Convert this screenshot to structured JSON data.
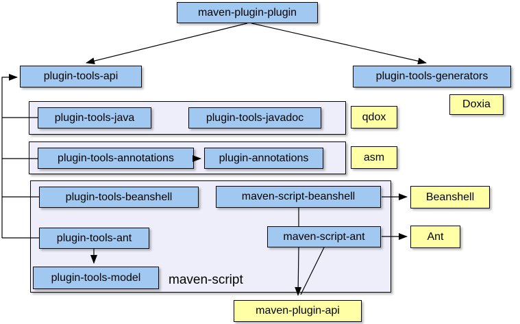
{
  "nodes": {
    "maven_plugin_plugin": "maven-plugin-plugin",
    "plugin_tools_api": "plugin-tools-api",
    "plugin_tools_generators": "plugin-tools-generators",
    "doxia": "Doxia",
    "plugin_tools_java": "plugin-tools-java",
    "plugin_tools_javadoc": "plugin-tools-javadoc",
    "qdox": "qdox",
    "plugin_tools_annotations": "plugin-tools-annotations",
    "plugin_annotations": "plugin-annotations",
    "asm": "asm",
    "plugin_tools_beanshell": "plugin-tools-beanshell",
    "maven_script_beanshell": "maven-script-beanshell",
    "plugin_tools_ant": "plugin-tools-ant",
    "maven_script_ant": "maven-script-ant",
    "plugin_tools_model": "plugin-tools-model",
    "beanshell": "Beanshell",
    "ant": "Ant",
    "maven_plugin_api": "maven-plugin-api"
  },
  "group_labels": {
    "maven_script": "maven-script"
  },
  "edges": [
    {
      "from": "maven_plugin_plugin",
      "to": "plugin_tools_api"
    },
    {
      "from": "maven_plugin_plugin",
      "to": "plugin_tools_generators"
    },
    {
      "from": "plugin_tools_java",
      "to": "plugin_tools_api"
    },
    {
      "from": "plugin_tools_annotations",
      "to": "plugin_tools_api"
    },
    {
      "from": "plugin_tools_beanshell",
      "to": "plugin_tools_api"
    },
    {
      "from": "plugin_tools_ant",
      "to": "plugin_tools_api"
    },
    {
      "from": "plugin_tools_annotations",
      "to": "plugin_annotations"
    },
    {
      "from": "plugin_tools_ant",
      "to": "plugin_tools_model"
    },
    {
      "from": "maven_script_beanshell",
      "to": "beanshell"
    },
    {
      "from": "maven_script_ant",
      "to": "ant"
    },
    {
      "from": "maven_script_beanshell",
      "to": "maven_plugin_api"
    },
    {
      "from": "maven_script_ant",
      "to": "maven_plugin_api"
    }
  ],
  "colors": {
    "module_fill": "#a0c8f0",
    "external_fill": "#ffffa6",
    "group_fill": "#eeeefa",
    "border": "#000000",
    "line": "#000000",
    "background": "#ffffff"
  }
}
